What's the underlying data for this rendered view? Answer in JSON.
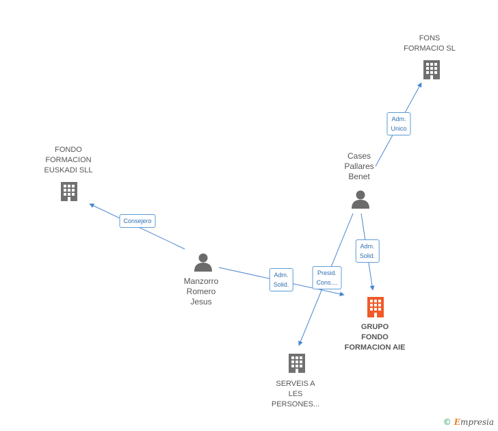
{
  "colors": {
    "edge": "#4a86d0",
    "company_icon": "#707070",
    "main_icon": "#f05a28",
    "person_icon": "#6b6b6b"
  },
  "nodes": {
    "fons_formacio": {
      "lines": [
        "FONS",
        "FORMACIO SL"
      ],
      "icon": "building-icon"
    },
    "fondo_euskadi": {
      "lines": [
        "FONDO",
        "FORMACION",
        "EUSKADI SLL"
      ],
      "icon": "building-icon"
    },
    "cases_pallares": {
      "lines": [
        "Cases",
        "Pallares",
        "Benet"
      ],
      "icon": "person-icon"
    },
    "manzorro": {
      "lines": [
        "Manzorro",
        "Romero",
        "Jesus"
      ],
      "icon": "person-icon"
    },
    "grupo_fondo": {
      "lines": [
        "GRUPO",
        "FONDO",
        "FORMACION AIE"
      ],
      "icon": "building-icon"
    },
    "serveis": {
      "lines": [
        "SERVEIS A",
        "LES",
        "PERSONES..."
      ],
      "icon": "building-icon"
    }
  },
  "relations": {
    "adm_unico": [
      "Adm.",
      "Unico"
    ],
    "consejero": [
      "Consejero"
    ],
    "adm_solid_cases": [
      "Adm.",
      "Solid."
    ],
    "adm_solid_manzorro": [
      "Adm.",
      "Solid."
    ],
    "presid_cons": [
      "Presid.",
      "Cons...."
    ]
  },
  "footer": {
    "copyright": "©",
    "brand_initial": "E",
    "brand_rest": "mpresia"
  }
}
